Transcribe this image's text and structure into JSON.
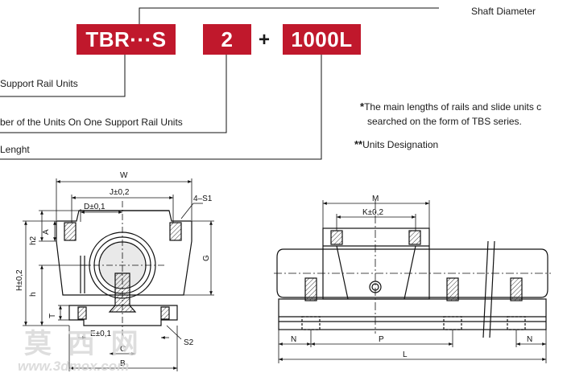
{
  "code": {
    "part1": "TBR···S",
    "part2": "2",
    "plus": "+",
    "part3": "1000L"
  },
  "labels": {
    "shaft_diameter": "Shaft Diameter",
    "support_rail_units": "Support Rail Units",
    "number_of_units": "ber of the Units On One Support Rail Units",
    "length": "Lenght"
  },
  "notes": {
    "note1_stars": "*",
    "note1_line1": "The main lengths of rails and slide units c",
    "note1_line2": "searched on the form of TBS series.",
    "note2_stars": "**",
    "note2_text": "Units Designation"
  },
  "dims_front": {
    "W": "W",
    "J": "J±0,2",
    "D": "D±0,1",
    "S1": "4–S1",
    "A": "A",
    "h2": "h2",
    "H": "H±0,2",
    "h": "h",
    "G": "G",
    "T": "T",
    "E": "E±0,1",
    "C": "C",
    "B": "B",
    "S2": "S2"
  },
  "dims_side": {
    "M": "M",
    "K": "K±0,2",
    "N_left": "N",
    "P": "P",
    "N_right": "N",
    "L": "L"
  },
  "watermark": {
    "cn": "莫 西 网",
    "url": "www.3dmox.com"
  },
  "colors": {
    "accent": "#c0182c"
  }
}
